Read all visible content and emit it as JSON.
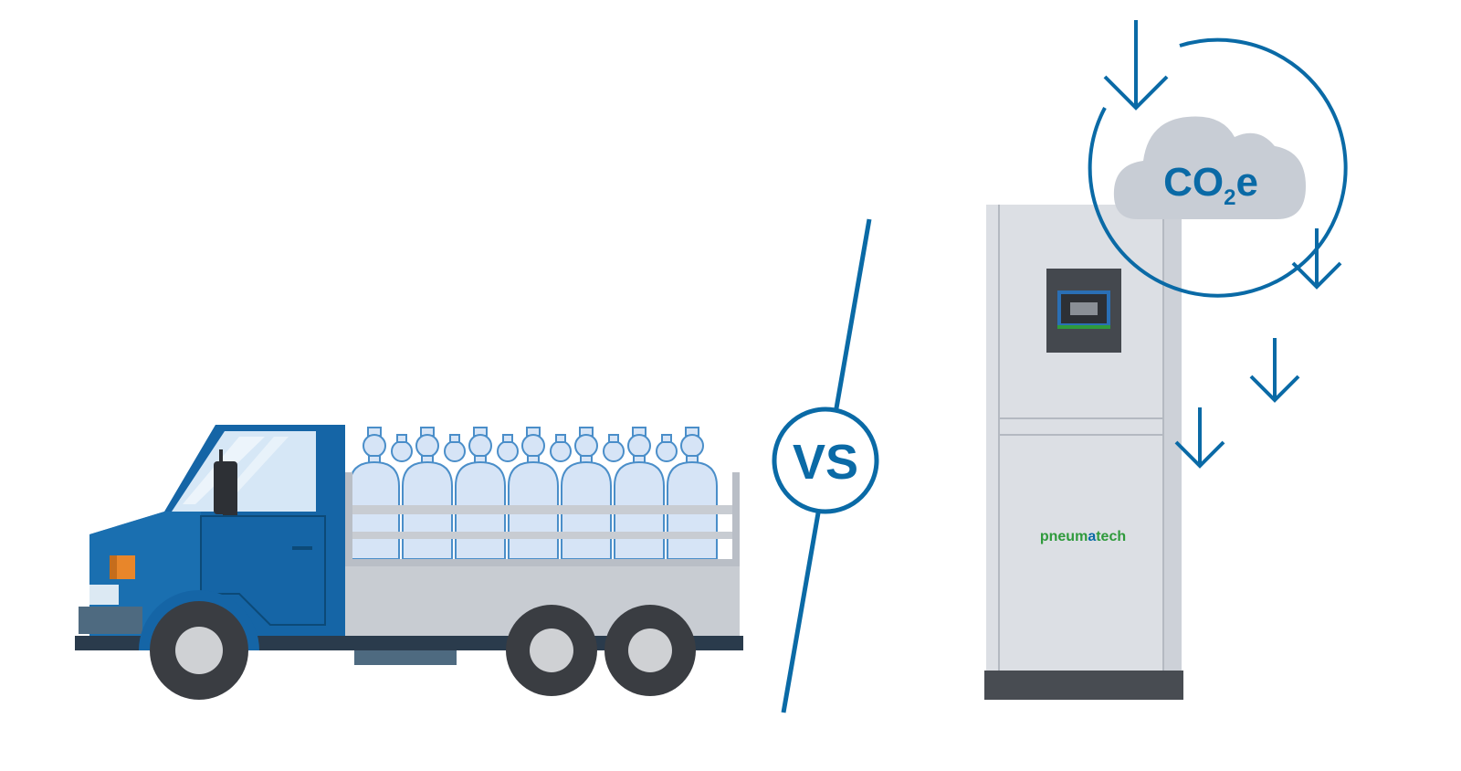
{
  "labels": {
    "versus": "VS",
    "emission": "CO",
    "emission_subscript": "2",
    "emission_suffix": "e",
    "brand_prefix": "pneum",
    "brand_highlight": "a",
    "brand_suffix": "tech"
  },
  "colors": {
    "brand_blue": "#0a6aa6",
    "truck_blue": "#1565a6",
    "truck_dark": "#0c4a78",
    "cylinder_fill": "#d6e4f6",
    "cylinder_stroke": "#4a8ec9",
    "truck_bed": "#c8ccd2",
    "cabinet": "#dcdfe4",
    "cabinet_base": "#484c52",
    "cloud": "#c8cdd5",
    "brand_green": "#2f9a3c",
    "tire": "#3a3d42",
    "hubcap": "#cfd1d4"
  },
  "icons": [
    "truck-icon",
    "gas-cylinder-icon",
    "nitrogen-generator-icon",
    "co2e-cloud-icon",
    "down-arrow-icon",
    "cycle-arrow-icon"
  ]
}
